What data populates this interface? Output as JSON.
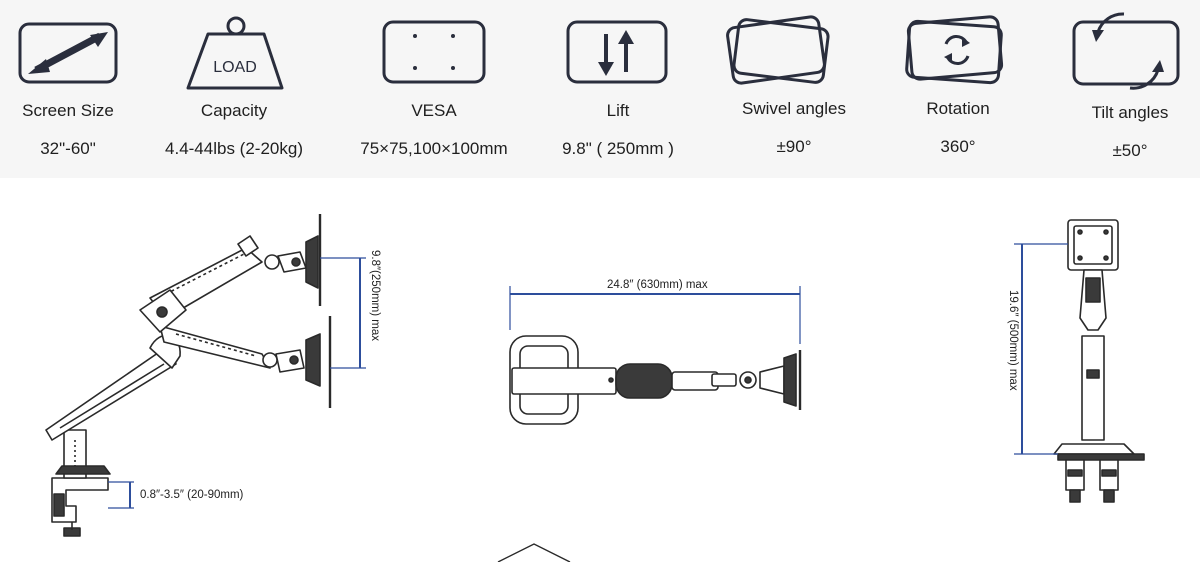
{
  "specs": [
    {
      "id": "screen_size",
      "label": "Screen Size",
      "value": "32\"-60\"",
      "icon": "diagonal-arrow-screen-icon"
    },
    {
      "id": "capacity",
      "label": "Capacity",
      "value": "4.4-44lbs (2-20kg)",
      "icon": "load-weight-icon",
      "icon_text": "LOAD"
    },
    {
      "id": "vesa",
      "label": "VESA",
      "value": "75×75,100×100mm",
      "icon": "vesa-holes-icon"
    },
    {
      "id": "lift",
      "label": "Lift",
      "value": "9.8\" ( 250mm )",
      "icon": "up-down-arrows-icon"
    },
    {
      "id": "swivel",
      "label": "Swivel angles",
      "value": "±90°",
      "icon": "swivel-screens-icon"
    },
    {
      "id": "rotation",
      "label": "Rotation",
      "value": "360°",
      "icon": "rotation-arrows-icon"
    },
    {
      "id": "tilt",
      "label": "Tilt angles",
      "value": "±50°",
      "icon": "tilt-arrows-icon"
    }
  ],
  "dimensions": {
    "lift": "9.8″(250mm) max",
    "desk_clamp": "0.8″-3.5″ (20-90mm)",
    "extension": "24.8″ (630mm) max",
    "height": "19.6″ (500mm) max"
  },
  "colors": {
    "icon_stroke": "#2a2e3d",
    "dimension_line": "#2d4e9c",
    "arm_body": "#ffffff",
    "arm_dark": "#3a3a3a"
  }
}
